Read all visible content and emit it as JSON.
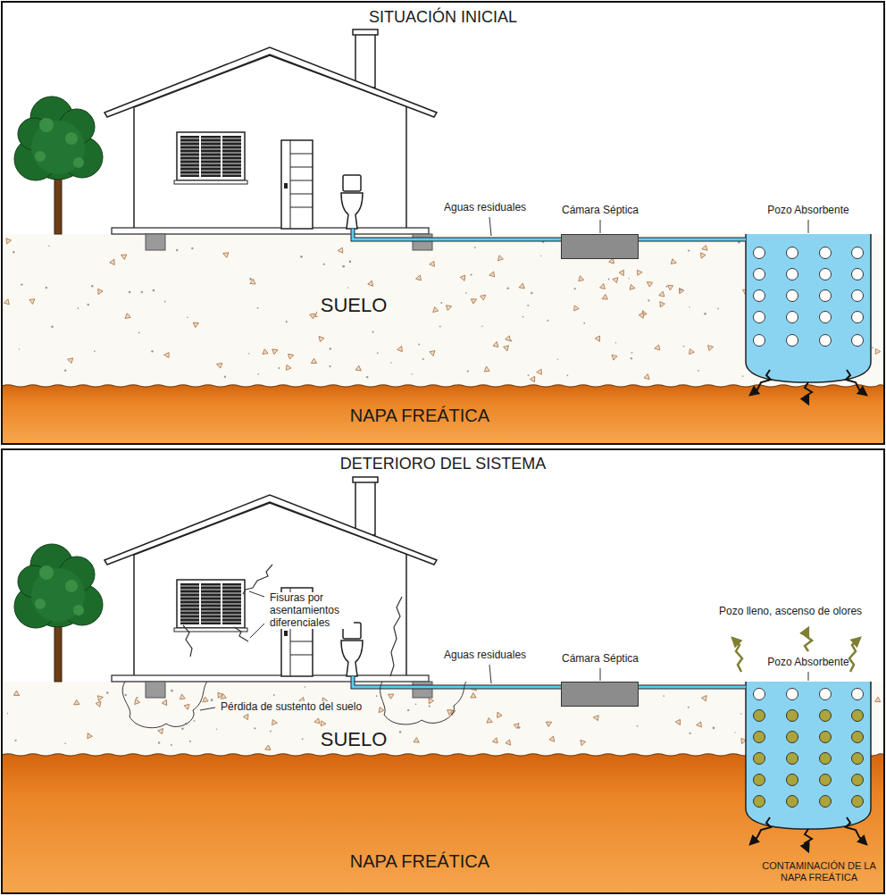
{
  "diagram": {
    "nodes": [
      {
        "text": [
          "SITUACIÓN INICIAL"
        ]
      },
      {
        "text": [
          "SUELO"
        ],
        "in": 0
      },
      {
        "text": [
          "Cámara Séptica"
        ],
        "in": 0
      },
      {
        "text": [
          "Pozo Absorbente"
        ],
        "in": 0
      },
      {
        "text": [
          "NAPA FREÁTICA"
        ],
        "in": 0
      },
      {
        "text": [
          "DETERIORO DEL SISTEMA"
        ]
      },
      {
        "text": [
          "SUELO"
        ],
        "in": 5
      },
      {
        "text": [
          "Cámara Séptica"
        ],
        "in": 5
      },
      {
        "text": [
          "Pozo Absorbente"
        ],
        "in": 5
      },
      {
        "text": [
          "NAPA FREÁTICA"
        ],
        "in": 5
      }
    ],
    "edges": [
      {
        "from": 2,
        "to": 3,
        "arrow": "none"
      },
      {
        "from": 7,
        "to": 8,
        "arrow": "none"
      }
    ],
    "labels": [
      "Aguas residuales",
      "Fisuras por asentamientos diferenciales",
      "Pozo lleno, ascenso de olores",
      "Aguas residuales",
      "Pérdida de sustento del suelo",
      "CONTAMINACIÓN DE LA NAPA FREÁTICA"
    ]
  }
}
